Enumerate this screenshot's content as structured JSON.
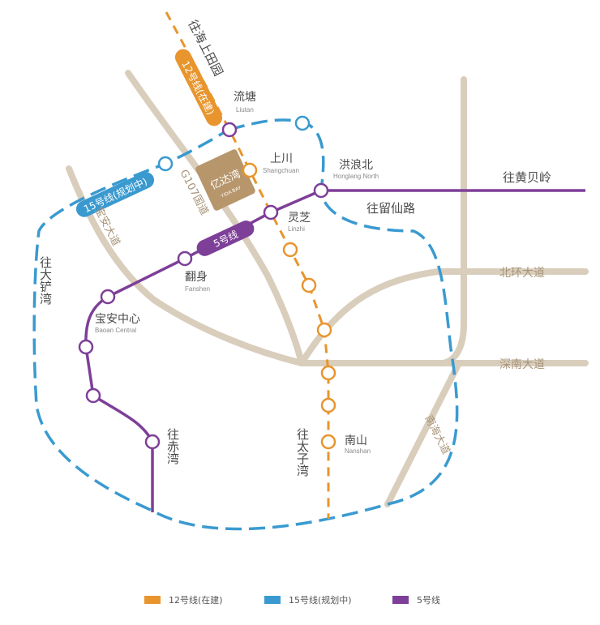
{
  "colors": {
    "line12": "#E8952E",
    "line15": "#3A9AD0",
    "line5": "#7E3F98",
    "road": "#D9CDBC",
    "road_text": "#A8957A",
    "project": "#B7966B"
  },
  "stations": {
    "liutan_cn": "流塘",
    "liutan_en": "Liutan",
    "shangchuan_cn": "上川",
    "shangchuan_en": "Shangchuan",
    "honglangbei_cn": "洪浪北",
    "honglangbei_en": "Honglang North",
    "linzhi_cn": "灵芝",
    "linzhi_en": "Linzhi",
    "fanshen_cn": "翻身",
    "fanshen_en": "Fanshen",
    "baoan_cn": "宝安中心",
    "baoan_en": "Baoan Central",
    "nanshan_cn": "南山",
    "nanshan_en": "Nanshan"
  },
  "directions": {
    "to_haishang": "往海上田园",
    "to_huangbeiling": "往黄贝岭",
    "to_liuxian": "往留仙路",
    "to_dachanwan": "往大铲湾",
    "to_chiwan": "往赤湾",
    "to_taiziwan": "往太子湾"
  },
  "line_badges": {
    "line12": "12号线(在建)",
    "line15": "15号线(规划中)",
    "line5": "5号线"
  },
  "roads": {
    "g107": "G107国道",
    "baoan_ave": "宝安大道",
    "beihuan": "北环大道",
    "shennan": "深南大道",
    "nanhai": "南海大道"
  },
  "project": {
    "name": "亿达湾",
    "sub": "YIDA BAY"
  },
  "legend": [
    {
      "label": "12号线(在建)",
      "color": "#E8952E"
    },
    {
      "label": "15号线(规划中)",
      "color": "#3A9AD0"
    },
    {
      "label": "5号线",
      "color": "#7E3F98"
    }
  ]
}
